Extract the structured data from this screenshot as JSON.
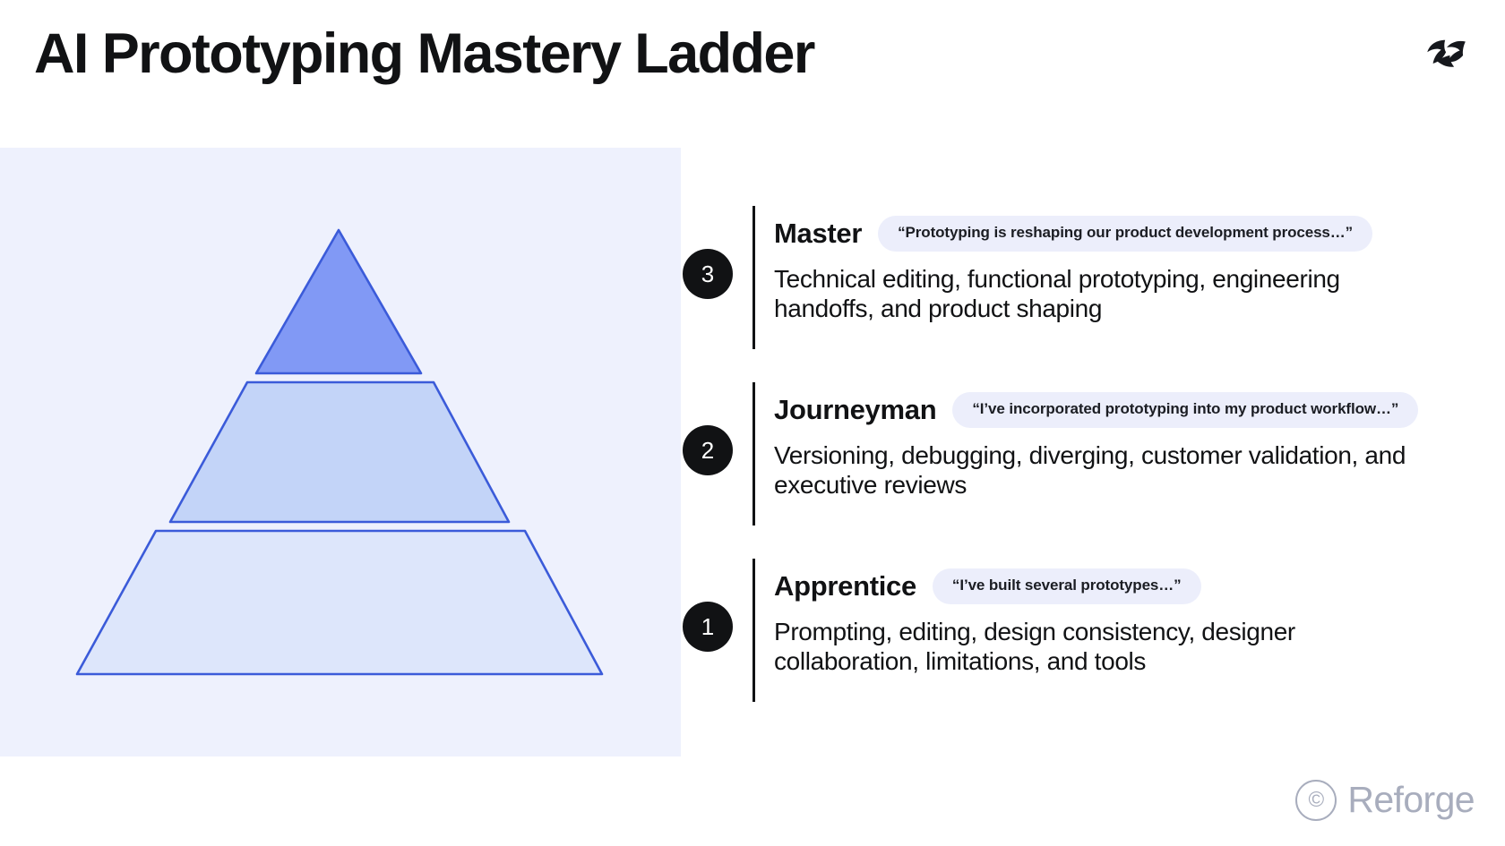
{
  "header": {
    "title": "AI Prototyping Mastery Ladder",
    "logo_icon": "reforge-monogram-icon"
  },
  "colors": {
    "page_background": "#ffffff",
    "panel_background": "#eef1fd",
    "pill_background": "#eceefb",
    "badge_background": "#111214",
    "text_primary": "#111214",
    "tier_stroke": "#3b5bd9",
    "tier_top_fill": "#8199f5",
    "tier_middle_fill": "#c3d4f8",
    "tier_bottom_fill": "#dde6fb",
    "footer_text": "#a8adbd"
  },
  "pyramid": {
    "tiers": [
      {
        "level": "Master",
        "fill": "#8199f5"
      },
      {
        "level": "Journeyman",
        "fill": "#c3d4f8"
      },
      {
        "level": "Apprentice",
        "fill": "#dde6fb"
      }
    ]
  },
  "ladder": {
    "rows": [
      {
        "number": "3",
        "title": "Master",
        "quote": "“Prototyping is reshaping our product development process…”",
        "description": "Technical editing, functional prototyping, engineering handoffs, and product shaping"
      },
      {
        "number": "2",
        "title": "Journeyman",
        "quote": "“I’ve incorporated prototyping into my product workflow…”",
        "description": "Versioning, debugging, diverging, customer validation, and executive reviews"
      },
      {
        "number": "1",
        "title": "Apprentice",
        "quote": "“I’ve built several prototypes…”",
        "description": "Prompting, editing, design consistency, designer collaboration, limitations, and tools"
      }
    ]
  },
  "footer": {
    "copyright_symbol": "©",
    "brand": "Reforge"
  }
}
